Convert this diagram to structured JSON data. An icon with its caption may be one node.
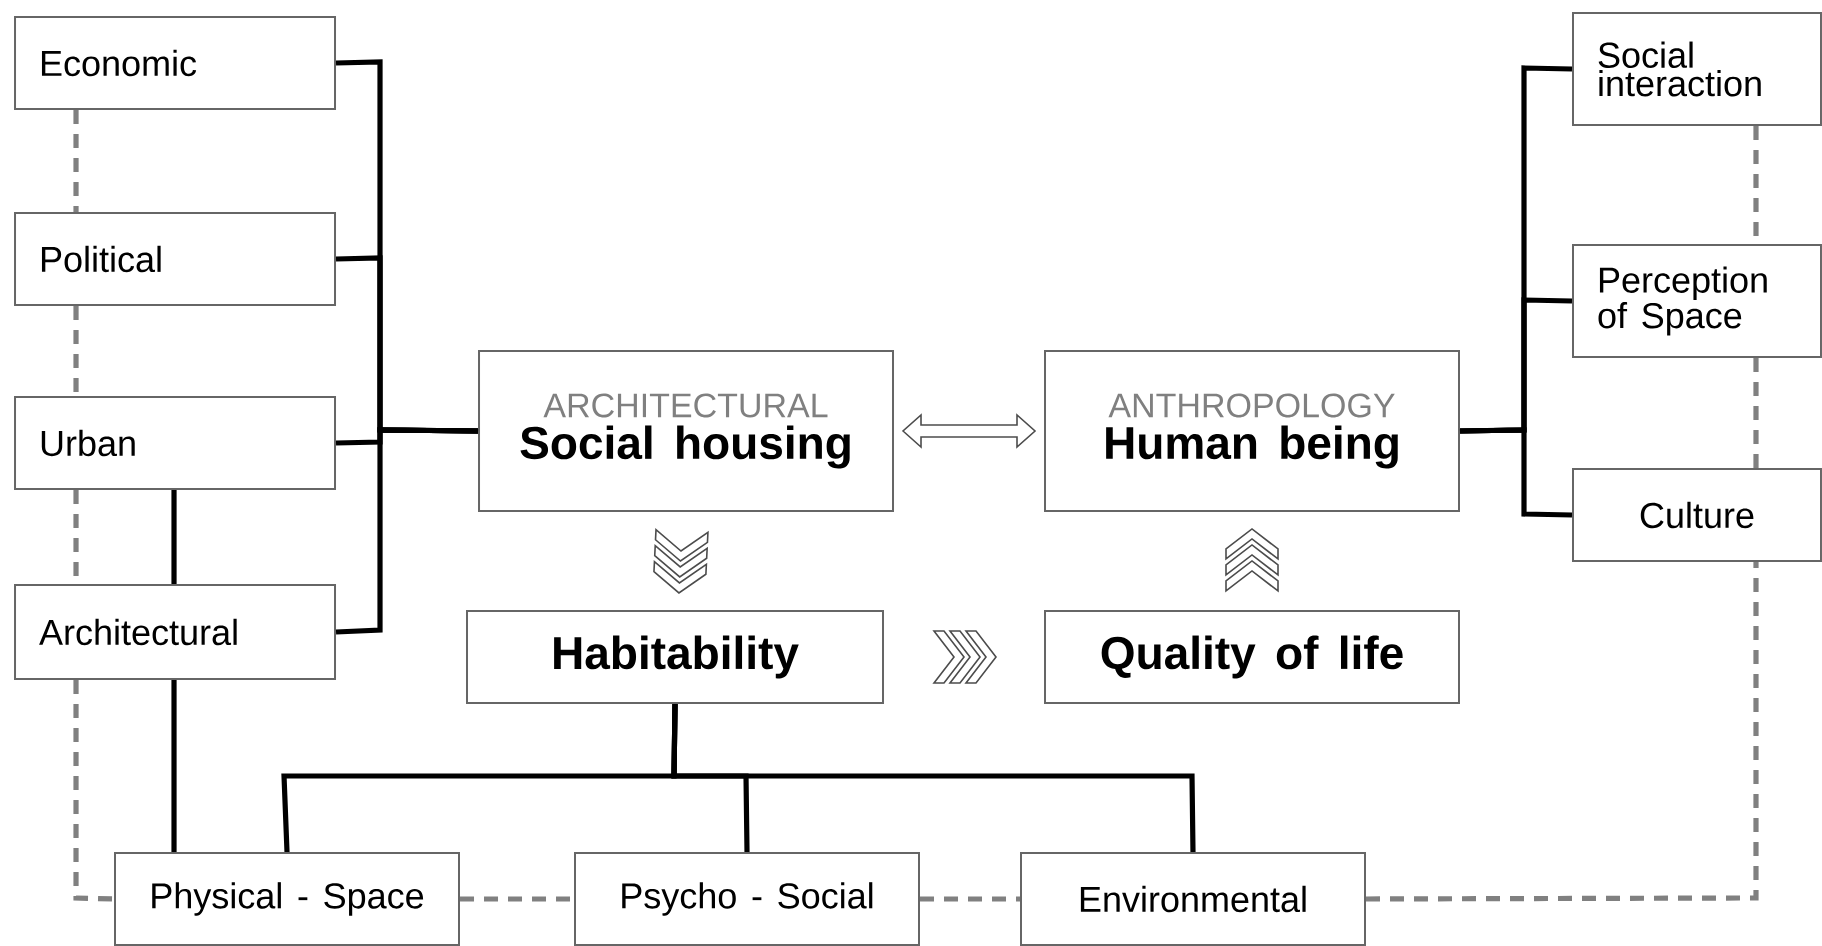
{
  "diagram": {
    "nodes": [
      {
        "text": [
          "Economic"
        ]
      },
      {
        "text": [
          "Political"
        ]
      },
      {
        "text": [
          "Urban"
        ]
      },
      {
        "text": [
          "Architectural"
        ]
      },
      {
        "text": [
          "ARCHITECTURAL",
          "Social housing"
        ]
      },
      {
        "text": [
          "ANTHROPOLOGY",
          "Human being"
        ]
      },
      {
        "text": [
          "Social interaction"
        ]
      },
      {
        "text": [
          "Perception of Space"
        ]
      },
      {
        "text": [
          "Culture"
        ]
      },
      {
        "text": [
          "Habitability"
        ]
      },
      {
        "text": [
          "Quality of life"
        ]
      },
      {
        "text": [
          "Physical - Space"
        ]
      },
      {
        "text": [
          "Psycho - Social"
        ]
      },
      {
        "text": [
          "Environmental"
        ]
      }
    ],
    "edges": [
      {
        "from": 0,
        "to": 4,
        "arrow": "none"
      },
      {
        "from": 1,
        "to": 4,
        "arrow": "none"
      },
      {
        "from": 2,
        "to": 4,
        "arrow": "none"
      },
      {
        "from": 3,
        "to": 4,
        "arrow": "none"
      },
      {
        "from": 2,
        "to": 3,
        "arrow": "none"
      },
      {
        "from": 3,
        "to": 11,
        "arrow": "none"
      },
      {
        "from": 4,
        "to": 5,
        "arrow": "both"
      },
      {
        "from": 4,
        "to": 9,
        "arrow": "to"
      },
      {
        "from": 9,
        "to": 10,
        "arrow": "to"
      },
      {
        "from": 10,
        "to": 5,
        "arrow": "to"
      },
      {
        "from": 5,
        "to": 6,
        "arrow": "none"
      },
      {
        "from": 5,
        "to": 7,
        "arrow": "none"
      },
      {
        "from": 5,
        "to": 8,
        "arrow": "none"
      },
      {
        "from": 9,
        "to": 11,
        "arrow": "none"
      },
      {
        "from": 9,
        "to": 12,
        "arrow": "none"
      },
      {
        "from": 9,
        "to": 13,
        "arrow": "none"
      },
      {
        "from": 0,
        "to": 1,
        "arrow": "none",
        "style": "dashed",
        "color": "#808080"
      },
      {
        "from": 1,
        "to": 2,
        "arrow": "none",
        "style": "dashed",
        "color": "#808080"
      },
      {
        "from": 2,
        "to": 3,
        "arrow": "none",
        "style": "dashed",
        "color": "#808080"
      },
      {
        "from": 3,
        "to": 11,
        "arrow": "none",
        "style": "dashed",
        "color": "#808080"
      },
      {
        "from": 11,
        "to": 12,
        "arrow": "none",
        "style": "dashed",
        "color": "#808080"
      },
      {
        "from": 12,
        "to": 13,
        "arrow": "none",
        "style": "dashed",
        "color": "#808080"
      },
      {
        "from": 13,
        "to": 8,
        "arrow": "none",
        "style": "dashed",
        "color": "#808080"
      },
      {
        "from": 6,
        "to": 7,
        "arrow": "none",
        "style": "dashed",
        "color": "#808080"
      },
      {
        "from": 7,
        "to": 8,
        "arrow": "none",
        "style": "dashed",
        "color": "#808080"
      }
    ]
  }
}
